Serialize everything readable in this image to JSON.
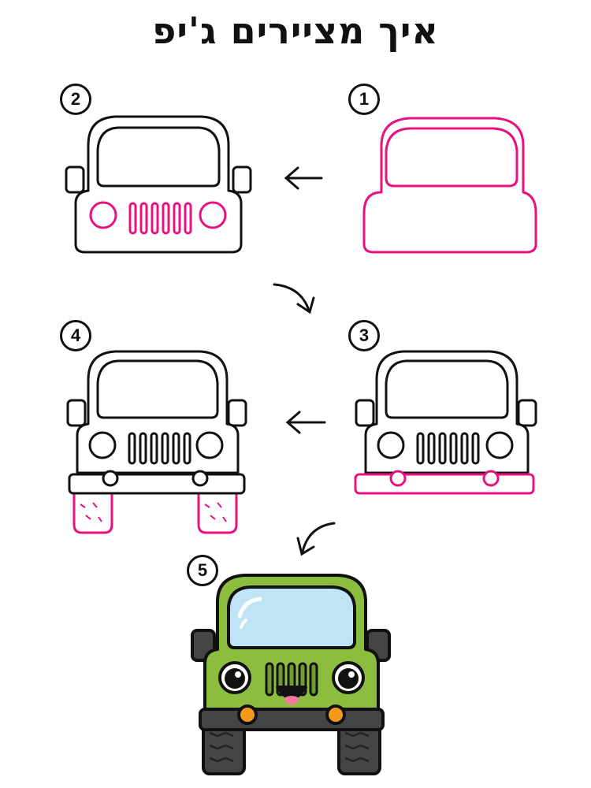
{
  "title": "איך מציירים ג'יפ",
  "steps": [
    {
      "number": "1"
    },
    {
      "number": "2"
    },
    {
      "number": "3"
    },
    {
      "number": "4"
    },
    {
      "number": "5"
    }
  ],
  "colors": {
    "outline": "#111111",
    "highlight": "#e8117f",
    "body_green": "#8cbd3f",
    "body_green_shadow": "#6f9c2c",
    "windshield": "#bfe4f5",
    "dark_gray": "#454545",
    "light_lamp": "#f39a1a",
    "tongue": "#f27d9a"
  }
}
